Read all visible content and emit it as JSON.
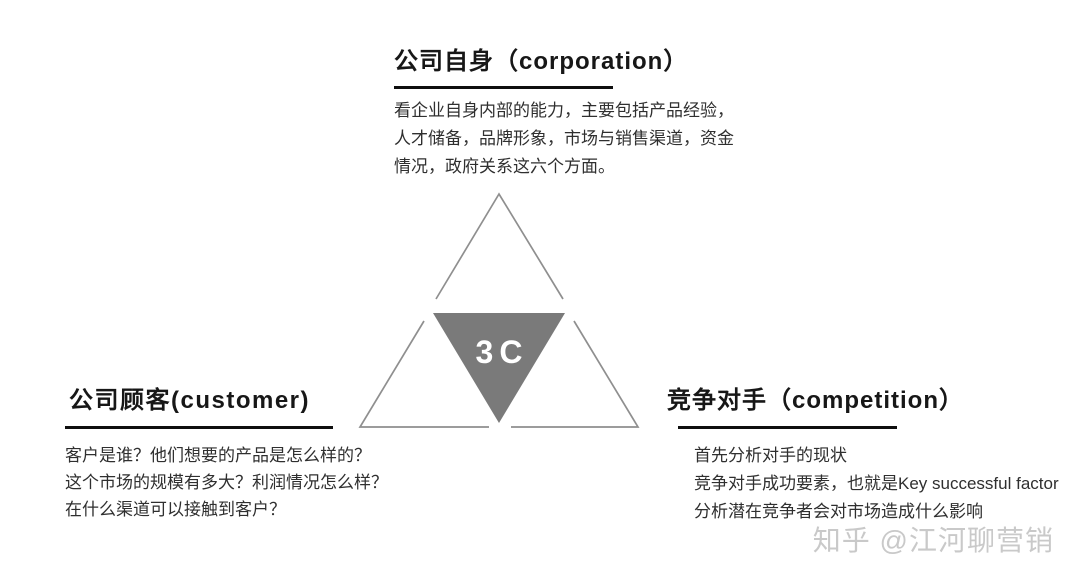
{
  "diagram": {
    "center_label": "3C",
    "colors": {
      "triangle_fill": "#7a7a7a",
      "triangle_stroke": "#8f8f8f",
      "center_label_color": "#ffffff",
      "underline": "#0f0f0f",
      "watermark": "#c9c9c9"
    }
  },
  "sections": {
    "corporation": {
      "title": "公司自身（corporation）",
      "lines": [
        "看企业自身内部的能力，主要包括产品经验，",
        "人才储备，品牌形象，市场与销售渠道，资金",
        "情况，政府关系这六个方面。"
      ]
    },
    "customer": {
      "title": "公司顾客(customer)",
      "lines": [
        "客户是谁？他们想要的产品是怎么样的？",
        "这个市场的规模有多大？利润情况怎么样？",
        "在什么渠道可以接触到客户？"
      ]
    },
    "competition": {
      "title": "竞争对手（competition）",
      "lines": [
        "首先分析对手的现状",
        "竞争对手成功要素，也就是Key successful factor",
        "分析潜在竞争者会对市场造成什么影响"
      ]
    }
  },
  "watermark": {
    "text": "知乎 @江河聊营销"
  }
}
